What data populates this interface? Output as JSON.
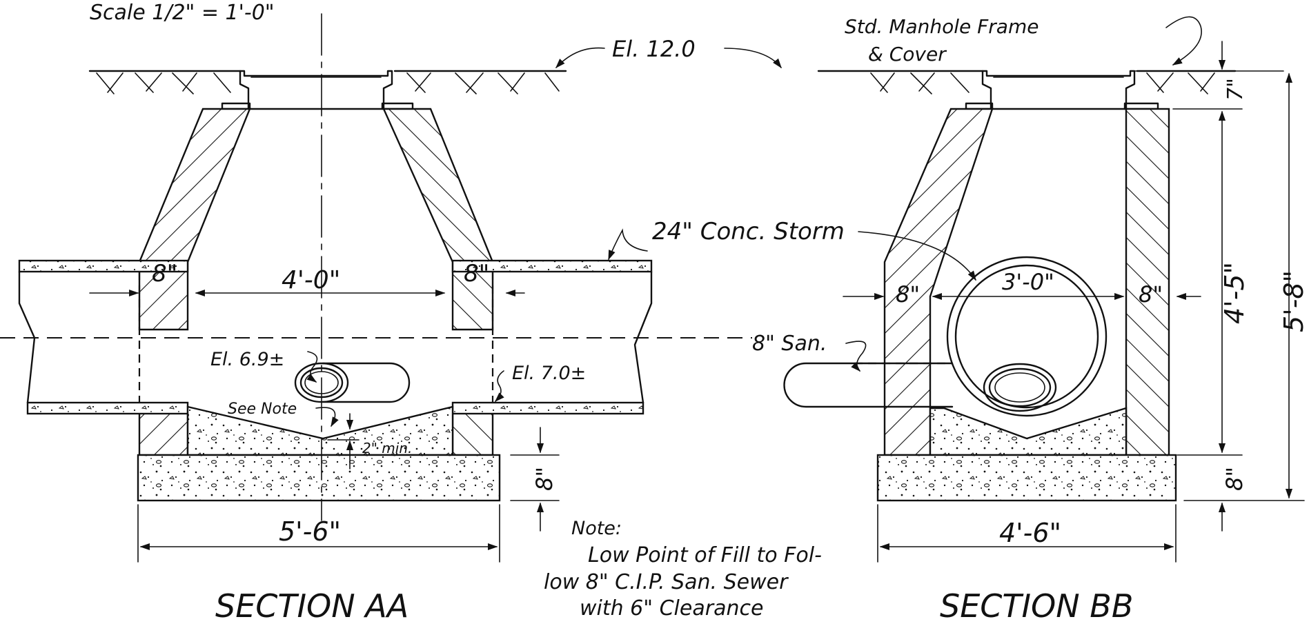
{
  "drawing": {
    "scale_note": "Scale 1/2\" = 1'-0\"",
    "elevation_top": "El. 12.0",
    "frame_cover_line1": "Std. Manhole Frame",
    "frame_cover_line2": "& Cover",
    "storm_pipe": "24\" Conc. Storm",
    "san_pipe": "8\" San.",
    "el_69": "El. 6.9±",
    "el_70": "El. 7.0±",
    "see_note": "See Note",
    "two_min": "2\" min.",
    "note_title": "Note:",
    "note_line1": "Low Point of Fill to Fol-",
    "note_line2": "low 8\" C.I.P. San. Sewer",
    "note_line3": "with 6\" Clearance"
  },
  "section_aa": {
    "title": "SECTION AA",
    "dim_wall_left": "8\"",
    "dim_inside": "4'-0\"",
    "dim_wall_right": "8\"",
    "dim_base_thk": "8\"",
    "dim_base_width": "5'-6\""
  },
  "section_bb": {
    "title": "SECTION BB",
    "dim_wall_left": "8\"",
    "dim_pipe": "3'-0\"",
    "dim_wall_right": "8\"",
    "dim_base_width": "4'-6\"",
    "dim_frame": "7\"",
    "dim_shaft": "4'-5\"",
    "dim_base_thk": "8\"",
    "dim_total": "5'-8\""
  }
}
